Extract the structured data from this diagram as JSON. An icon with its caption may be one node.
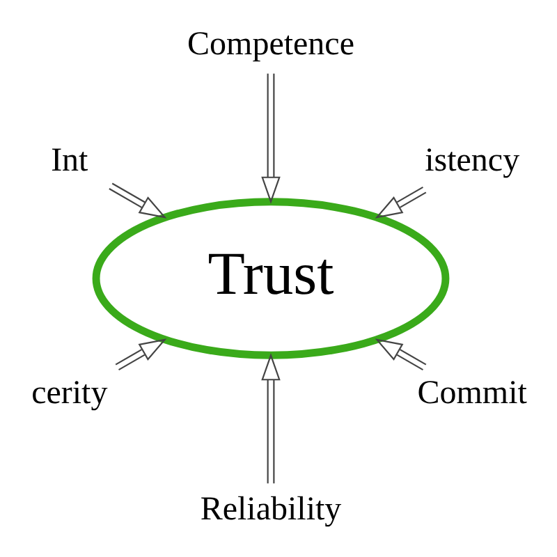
{
  "diagram": {
    "nodes": [
      {
        "text": [
          "istency"
        ]
      },
      {
        "text": [
          "Competence"
        ]
      },
      {
        "text": [
          "Int"
        ]
      },
      {
        "text": [
          "Trust"
        ]
      },
      {
        "text": [
          "cerity"
        ]
      },
      {
        "text": [
          "Reliability"
        ]
      },
      {
        "text": [
          "Commit"
        ]
      }
    ],
    "edges": [
      {
        "from": 0,
        "to": 3,
        "arrow": "to"
      },
      {
        "from": 1,
        "to": 3,
        "arrow": "to"
      },
      {
        "from": 2,
        "to": 3,
        "arrow": "to"
      },
      {
        "from": 4,
        "to": 3,
        "arrow": "to"
      },
      {
        "from": 5,
        "to": 3,
        "arrow": "to"
      },
      {
        "from": 6,
        "to": 3,
        "arrow": "to"
      }
    ]
  }
}
